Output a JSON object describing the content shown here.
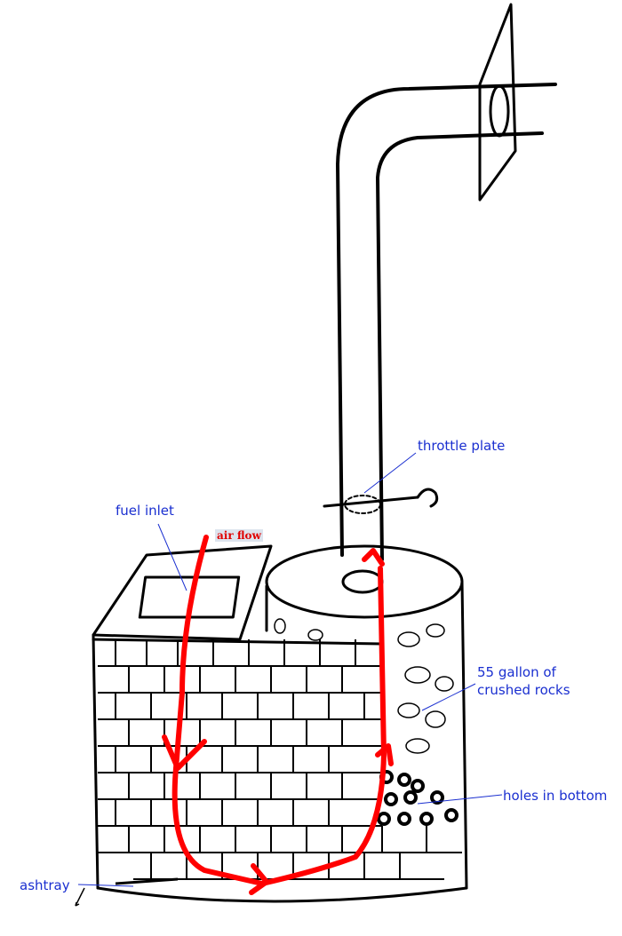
{
  "labels": {
    "throttle_plate": "throttle plate",
    "fuel_inlet": "fuel inlet",
    "air_flow": "air flow",
    "rocks": "55 gallon of\ncrushed rocks",
    "rocks_line1": "55 gallon of",
    "rocks_line2": "crushed rocks",
    "holes": "holes in bottom",
    "ashtray": "ashtray"
  },
  "colors": {
    "label": "#1a2fd0",
    "airflow": "#ff0000",
    "ink": "#000000"
  }
}
